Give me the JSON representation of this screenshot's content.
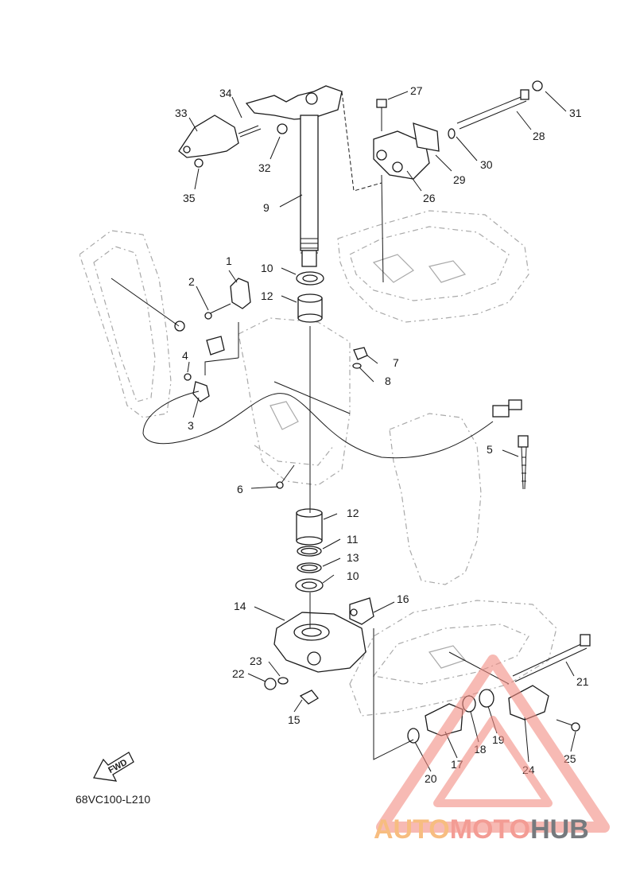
{
  "diagram_code": "68VC100-L210",
  "fwd_label": "FWD",
  "watermark": {
    "word_a": "AUTO",
    "word_b": "MOTO",
    "word_c": "HUB",
    "color_a": "#f6b26b",
    "color_b": "#f28b82",
    "color_c": "#5f6368"
  },
  "callouts": [
    "1",
    "2",
    "3",
    "4",
    "5",
    "6",
    "7",
    "8",
    "9",
    "10",
    "10",
    "11",
    "12",
    "12",
    "13",
    "14",
    "15",
    "16",
    "17",
    "18",
    "19",
    "20",
    "21",
    "22",
    "23",
    "24",
    "25",
    "26",
    "27",
    "28",
    "29",
    "30",
    "31",
    "32",
    "33",
    "34",
    "35"
  ]
}
